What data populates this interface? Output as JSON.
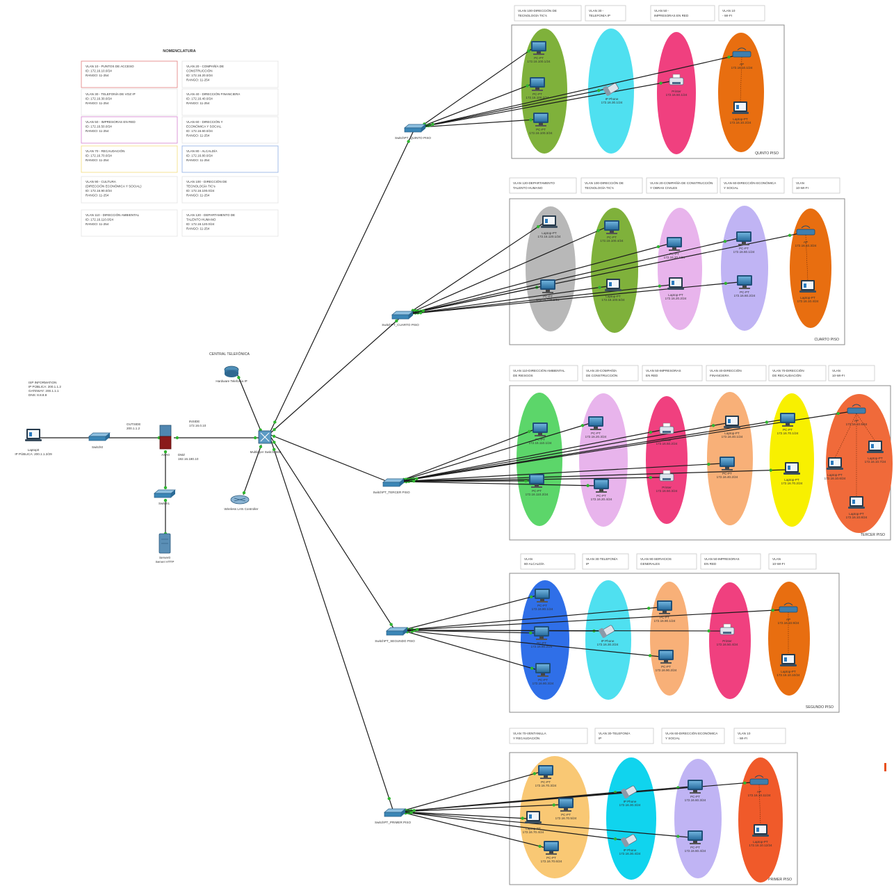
{
  "nomenclature": {
    "title": "NOMENCLATURA",
    "items": [
      {
        "lines": [
          "VLAN 10 - PUNTOS DE ACCESO",
          "ID: 172.16.10.0/24",
          "RANGO: 11-254"
        ],
        "border": "#e58a8a"
      },
      {
        "lines": [
          "VLAN 20 - COMPAÑÍA DE",
          "CONSTRUCCIÓN",
          "ID: 172.16.20.0/24",
          "RANGO: 11-254"
        ],
        "border": "#e6e6e6"
      },
      {
        "lines": [
          "VLAN 30 - TELEFONÍA DE VOZ IP",
          "ID: 172.16.30.0/24",
          "RANGO: 11-254"
        ],
        "border": "#e6e6e6"
      },
      {
        "lines": [
          "VLAN 40 - DIRECCIÓN FINANCIERA",
          "ID: 172.16.40.0/24",
          "RANGO: 11-254"
        ],
        "border": "#e6e6e6"
      },
      {
        "lines": [
          "VLAN 50 - IMPRESORAS EN RED",
          "ID: 172.16.50.0/24",
          "RANGO: 11-254"
        ],
        "border": "#d98fd6"
      },
      {
        "lines": [
          "VLAN 60 - DIRECCIÓN Y",
          "ECONÓMICA Y SOCIAL",
          "ID: 172.16.60.0/24",
          "RANGO: 11-254"
        ],
        "border": "#e6e6e6"
      },
      {
        "lines": [
          "VLAN 70 - RECAUDACIÓN",
          "ID: 172.16.70.0/24",
          "RANGO: 11-254"
        ],
        "border": "#f3e08a"
      },
      {
        "lines": [
          "VLAN 80 - ALCALDÍA",
          "ID: 172.16.80.0/24",
          "RANGO: 11-254"
        ],
        "border": "#9ab7e6"
      },
      {
        "lines": [
          "VLAN 90 - CULTURA",
          "(DIRECCIÓN ECONÓMICA Y SOCIAL)",
          "ID: 172.16.90.0/24",
          "RANGO: 11-254"
        ],
        "border": "#e6e6e6"
      },
      {
        "lines": [
          "VLAN 100 - DIRECCIÓN DE",
          "TECNOLOGÍA TIC's",
          "ID: 172.16.100.0/24",
          "RANGO: 11-254"
        ],
        "border": "#e6e6e6"
      },
      {
        "lines": [
          "VLAN 110 - DIRECCIÓN AMBIENTAL",
          "ID: 172.16.110.0/24",
          "RANGO: 11-254"
        ],
        "border": "#e6e6e6"
      },
      {
        "lines": [
          "VLAN 120 - DEPARTAMENTO DE",
          "TALENTO HUMANO",
          "ID: 172.16.120.0/24",
          "RANGO: 11-254"
        ],
        "border": "#e6e6e6"
      }
    ]
  },
  "core": {
    "isp_info": [
      "ISP INFORMATION",
      "IP PÚBLICA: 200.1.1.2",
      "GATEWAY: 200.1.1.1",
      "DNS: 8.8.8.8"
    ],
    "laptop_label": "Laptop0",
    "laptop_ip": "IP PÚBLICA: 200.1.1.2/29",
    "switch_label": "Switch0",
    "outside_label": "OUTSIDE",
    "outside_ip": "200.1.1.2",
    "router_label": "ASA0",
    "inside_label": "INSIDE",
    "inside_ip": "172.16.0.10",
    "dmz_label": "DMZ",
    "dmz_ip": "192.16.180.10",
    "dmz_switch_label": "Switch1",
    "server_label": "Server0",
    "server_sub": "Server HTTP",
    "phone_title": "CENTRAL TELEFÓNICA",
    "phone_label": "Hardware Telefonía IP",
    "multilayer_label": "Multilayer Switch3560",
    "wlc_label": "Wireless LAN Controller"
  },
  "floors": [
    {
      "switch": "SwitchPT_QUINTO PISO",
      "floor_label": "QUINTO PISO",
      "vlan_labels": [
        "VLAN 100-DIRECCIÓN DE TECNOLOGÍA TIC's",
        "VLAN 30 - TELEFONÍA IP",
        "VLAN 50 - IMPRESORAS EN RED",
        "VLAN 10 - WI-FI"
      ],
      "ovals": [
        {
          "color": "#7fb13b",
          "devices": [
            [
              "PC-PT",
              "172.16.100.1/24"
            ],
            [
              "PC-PT",
              "172.16.100.2/24"
            ],
            [
              "PC-PT",
              "172.16.100.3/24"
            ]
          ]
        },
        {
          "color": "#4fe0f0",
          "devices": [
            [
              "IP Phone",
              "172.16.30.1/24"
            ]
          ]
        },
        {
          "color": "#f0407f",
          "devices": [
            [
              "Printer",
              "172.16.50.1/24"
            ]
          ]
        },
        {
          "color": "#e86e10",
          "devices": [
            [
              "AP",
              "172.16.10.1/24"
            ],
            [
              "Laptop-PT",
              "172.16.10.2/24"
            ]
          ]
        }
      ]
    },
    {
      "switch": "SwitchPT_CUARTO PISO",
      "floor_label": "CUARTO PISO",
      "vlan_labels": [
        "VLAN 120-DEPARTAMENTO TALENTO HUMANO",
        "VLAN 100-DIRECCIÓN DE TECNOLOGÍA TIC's",
        "VLAN 20-COMPAÑÍA DE CONSTRUCCIÓN Y OBRAS CIVILES",
        "VLAN 60-DIRECCIÓN ECONÓMICA Y SOCIAL",
        "VLAN 10-WI-FI"
      ],
      "ovals": [
        {
          "color": "#b8b8b8",
          "devices": [
            [
              "Laptop-PT",
              "172.16.120.1/24"
            ],
            [
              "PC-PT",
              "172.16.120.2/24"
            ]
          ]
        },
        {
          "color": "#7fb13b",
          "devices": [
            [
              "PC-PT",
              "172.16.100.4/24"
            ],
            [
              "Laptop-PT",
              "172.16.100.5/24"
            ]
          ]
        },
        {
          "color": "#e8b4ec",
          "devices": [
            [
              "PC-PT",
              "172.16.20.1/24"
            ],
            [
              "Laptop-PT",
              "172.16.20.2/24"
            ]
          ]
        },
        {
          "color": "#c0b4f4",
          "devices": [
            [
              "PC-PT",
              "172.16.60.1/24"
            ],
            [
              "PC-PT",
              "172.16.60.2/24"
            ]
          ]
        },
        {
          "color": "#e86e10",
          "devices": [
            [
              "AP",
              "172.16.10.3/24"
            ],
            [
              "Laptop-PT",
              "172.16.10.4/24"
            ]
          ]
        }
      ]
    },
    {
      "switch": "SwitchPT_TERCER PISO",
      "floor_label": "TERCER PISO",
      "vlan_labels": [
        "VLAN 110-DIRECCIÓN AMBIENTAL DE RIESGOS",
        "VLAN 20-COMPAÑÍA DE CONSTRUCCIÓN",
        "VLAN 50-IMPRESORAS EN RED",
        "VLAN 40-DIRECCIÓN FINANCIERA",
        "VLAN 70-DIRECCIÓN DE RECAUDACIÓN",
        "VLAN 10-WI-FI"
      ],
      "ovals": [
        {
          "color": "#5cd66a",
          "devices": [
            [
              "PC-PT",
              "172.16.110.1/24"
            ],
            [
              "PC-PT",
              "172.16.110.2/24"
            ]
          ]
        },
        {
          "color": "#e8b4ec",
          "devices": [
            [
              "PC-PT",
              "172.16.20.3/24"
            ],
            [
              "PC-PT",
              "172.16.20.4/24"
            ]
          ]
        },
        {
          "color": "#f0407f",
          "devices": [
            [
              "Printer",
              "172.16.50.2/24"
            ],
            [
              "Printer",
              "172.16.50.3/24"
            ]
          ]
        },
        {
          "color": "#f8b078",
          "devices": [
            [
              "Laptop-PT",
              "172.16.40.1/24"
            ],
            [
              "PC-PT",
              "172.16.40.2/24"
            ]
          ]
        },
        {
          "color": "#f8f000",
          "devices": [
            [
              "PC-PT",
              "172.16.70.1/24"
            ],
            [
              "Laptop-PT",
              "172.16.70.2/24"
            ]
          ]
        },
        {
          "color": "#f06a3a",
          "devices": [
            [
              "AP",
              "172.16.10.5/24"
            ],
            [
              "Laptop-PT",
              "172.16.10.6/24"
            ],
            [
              "Laptop-PT",
              "172.16.10.7/24"
            ],
            [
              "Laptop-PT",
              "172.16.10.8/24"
            ]
          ]
        }
      ]
    },
    {
      "switch": "SwitchPT_SEGUNDO PISO",
      "floor_label": "SEGUNDO PISO",
      "vlan_labels": [
        "VLAN 80-ALCALDÍA",
        "VLAN 30-TELEFONÍA IP",
        "VLAN 90-SERVICIOS GENERALES",
        "VLAN 50-IMPRESORAS EN RED",
        "VLAN 10-WI-FI"
      ],
      "ovals": [
        {
          "color": "#2f6fe8",
          "devices": [
            [
              "PC-PT",
              "172.16.80.1/24"
            ],
            [
              "PC-PT",
              "172.16.80.2/24"
            ],
            [
              "PC-PT",
              "172.16.80.3/24"
            ]
          ]
        },
        {
          "color": "#4fe0f0",
          "devices": [
            [
              "IP Phone",
              "172.16.30.2/24"
            ]
          ]
        },
        {
          "color": "#f8b078",
          "devices": [
            [
              "PC-PT",
              "172.16.90.1/24"
            ],
            [
              "PC-PT",
              "172.16.90.2/24"
            ]
          ]
        },
        {
          "color": "#f0407f",
          "devices": [
            [
              "Printer",
              "172.16.50.4/24"
            ]
          ]
        },
        {
          "color": "#e86e10",
          "devices": [
            [
              "AP",
              "172.16.10.9/24"
            ],
            [
              "Laptop-PT",
              "172.16.10.10/24"
            ]
          ]
        }
      ]
    },
    {
      "switch": "SwitchPT_PRIMER PISO",
      "floor_label": "PRIMER PISO",
      "vlan_labels": [
        "VLAN 70-VENTANILLA Y RECAUDACIÓN",
        "VLAN 30-TELEFONÍA IP",
        "VLAN 60-DIRECCIÓN ECONÓMICA Y SOCIAL",
        "VLAN 10 - WI-FI"
      ],
      "ovals": [
        {
          "color": "#f9c874",
          "devices": [
            [
              "PC-PT",
              "172.16.70.3/24"
            ],
            [
              "Laptop-PT",
              "172.16.70.4/24"
            ],
            [
              "PC-PT",
              "172.16.70.5/24"
            ],
            [
              "PC-PT",
              "172.16.70.6/24"
            ]
          ]
        },
        {
          "color": "#10d4ee",
          "devices": [
            [
              "IP Phone",
              "172.16.30.3/24"
            ],
            [
              "IP Phone",
              "172.16.30.4/24"
            ]
          ]
        },
        {
          "color": "#c0b4f4",
          "devices": [
            [
              "PC-PT",
              "172.16.60.3/24"
            ],
            [
              "PC-PT",
              "172.16.60.4/24"
            ]
          ]
        },
        {
          "color": "#f05a2a",
          "devices": [
            [
              "AP",
              "172.16.10.11/24"
            ],
            [
              "Laptop-PT",
              "172.16.10.12/24"
            ]
          ]
        }
      ]
    }
  ]
}
